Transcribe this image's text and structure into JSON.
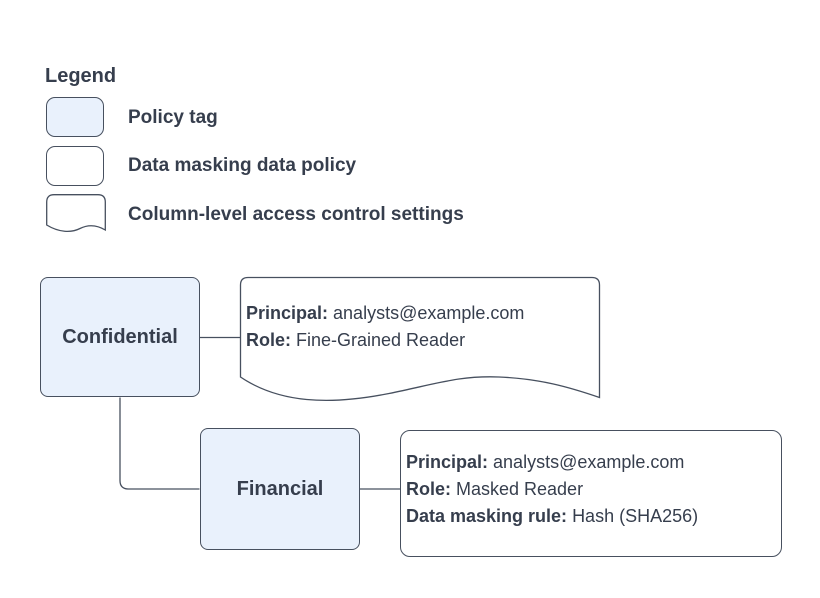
{
  "legend": {
    "title": "Legend",
    "items": [
      {
        "label": "Policy tag",
        "swatch": "policy-tag-swatch"
      },
      {
        "label": "Data masking data policy",
        "swatch": "data-masking-policy-swatch"
      },
      {
        "label": "Column-level access control settings",
        "swatch": "document-shape-swatch"
      }
    ]
  },
  "nodes": {
    "confidential": {
      "label": "Confidential"
    },
    "financial": {
      "label": "Financial"
    },
    "acl_note": {
      "principal_label": "Principal:",
      "principal_value": "analysts@example.com",
      "role_label": "Role:",
      "role_value": "Fine-Grained Reader"
    },
    "masking_note": {
      "principal_label": "Principal:",
      "principal_value": "analysts@example.com",
      "role_label": "Role:",
      "role_value": "Masked Reader",
      "rule_label": "Data masking rule:",
      "rule_value": "Hash (SHA256)"
    }
  },
  "colors": {
    "policy_tag_fill": "#e9f1fc",
    "stroke": "#47505f",
    "text": "#363e4d"
  }
}
